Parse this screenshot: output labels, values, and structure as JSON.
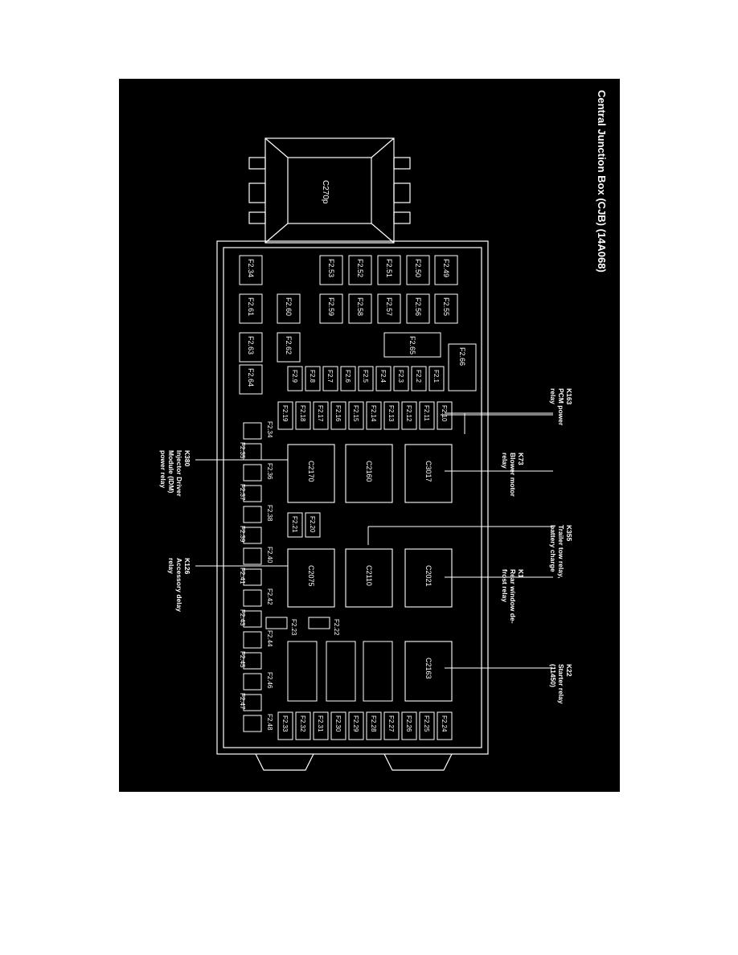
{
  "title": "Central Junction Box (CJB) (14A068)",
  "connector_top": "C270p",
  "small_fuses": [
    {
      "id": "f2_1",
      "label": "F2.1"
    },
    {
      "id": "f2_2",
      "label": "F2.2"
    },
    {
      "id": "f2_3",
      "label": "F2.3"
    },
    {
      "id": "f2_4",
      "label": "F2.4"
    },
    {
      "id": "f2_5",
      "label": "F2.5"
    },
    {
      "id": "f2_6",
      "label": "F2.6"
    },
    {
      "id": "f2_7",
      "label": "F2.7"
    },
    {
      "id": "f2_8",
      "label": "F2.8"
    },
    {
      "id": "f2_9",
      "label": "F2.9"
    },
    {
      "id": "f2_10",
      "label": "F2.10"
    },
    {
      "id": "f2_11",
      "label": "F2.11"
    },
    {
      "id": "f2_12",
      "label": "F2.12"
    },
    {
      "id": "f2_13",
      "label": "F2.13"
    },
    {
      "id": "f2_14",
      "label": "F2.14"
    },
    {
      "id": "f2_15",
      "label": "F2.15"
    },
    {
      "id": "f2_16",
      "label": "F2.16"
    },
    {
      "id": "f2_17",
      "label": "F2.17"
    },
    {
      "id": "f2_18",
      "label": "F2.18"
    },
    {
      "id": "f2_19",
      "label": "F2.19"
    },
    {
      "id": "f2_20",
      "label": "F2.20"
    },
    {
      "id": "f2_21",
      "label": "F2.21"
    },
    {
      "id": "f2_24",
      "label": "F2.24"
    },
    {
      "id": "f2_25",
      "label": "F2.25"
    },
    {
      "id": "f2_26",
      "label": "F2.26"
    },
    {
      "id": "f2_27",
      "label": "F2.27"
    },
    {
      "id": "f2_28",
      "label": "F2.28"
    },
    {
      "id": "f2_29",
      "label": "F2.29"
    },
    {
      "id": "f2_30",
      "label": "F2.30"
    },
    {
      "id": "f2_31",
      "label": "F2.31"
    },
    {
      "id": "f2_32",
      "label": "F2.32"
    },
    {
      "id": "f2_33",
      "label": "F2.33"
    }
  ],
  "large_fuses": [
    {
      "id": "f2_34",
      "label": "F2.34"
    },
    {
      "id": "f2_49",
      "label": "F2.49"
    },
    {
      "id": "f2_50",
      "label": "F2.50"
    },
    {
      "id": "f2_51",
      "label": "F2.51"
    },
    {
      "id": "f2_52",
      "label": "F2.52"
    },
    {
      "id": "f2_53",
      "label": "F2.53"
    },
    {
      "id": "f2_55",
      "label": "F2.55"
    },
    {
      "id": "f2_56",
      "label": "F2.56"
    },
    {
      "id": "f2_57",
      "label": "F2.57"
    },
    {
      "id": "f2_58",
      "label": "F2.58"
    },
    {
      "id": "f2_59",
      "label": "F2.59"
    },
    {
      "id": "f2_60",
      "label": "F2.60"
    },
    {
      "id": "f2_61",
      "label": "F2.61"
    },
    {
      "id": "f2_62",
      "label": "F2.62"
    },
    {
      "id": "f2_63",
      "label": "F2.63"
    },
    {
      "id": "f2_64",
      "label": "F2.64"
    },
    {
      "id": "f2_65",
      "label": "F2.65"
    },
    {
      "id": "f2_66",
      "label": "F2.66"
    }
  ],
  "side_fuses": [
    {
      "id": "f2_34s",
      "label": "F2.34"
    },
    {
      "id": "f2_35",
      "label": "F2.35"
    },
    {
      "id": "f2_36",
      "label": "F2.36"
    },
    {
      "id": "f2_37",
      "label": "F2.37"
    },
    {
      "id": "f2_38",
      "label": "F2.38"
    },
    {
      "id": "f2_39",
      "label": "F2.39"
    },
    {
      "id": "f2_40",
      "label": "F2.40"
    },
    {
      "id": "f2_41",
      "label": "F2.41"
    },
    {
      "id": "f2_42",
      "label": "F2.42"
    },
    {
      "id": "f2_43",
      "label": "F2.43"
    },
    {
      "id": "f2_44",
      "label": "F2.44"
    },
    {
      "id": "f2_45",
      "label": "F2.45"
    },
    {
      "id": "f2_46",
      "label": "F2.46"
    },
    {
      "id": "f2_47",
      "label": "F2.47"
    },
    {
      "id": "f2_48",
      "label": "F2.48"
    },
    {
      "id": "f2_22",
      "label": "F2.22"
    },
    {
      "id": "f2_23",
      "label": "F2.23"
    }
  ],
  "relays": [
    {
      "id": "c3017",
      "label": "C3017"
    },
    {
      "id": "c2160",
      "label": "C2160"
    },
    {
      "id": "c2170",
      "label": "C2170"
    },
    {
      "id": "c2021",
      "label": "C2021"
    },
    {
      "id": "c2110",
      "label": "C2110"
    },
    {
      "id": "c2075",
      "label": "C2075"
    },
    {
      "id": "c2163",
      "label": "C2163"
    }
  ],
  "callouts": [
    {
      "id": "k163",
      "code": "K163",
      "lines": [
        "PCM power",
        "relay"
      ]
    },
    {
      "id": "k73",
      "code": "K73",
      "lines": [
        "Blower motor",
        "relay"
      ]
    },
    {
      "id": "k355",
      "code": "K355",
      "lines": [
        "Trailer tow relay,",
        "battery charge"
      ]
    },
    {
      "id": "k1",
      "code": "K1",
      "lines": [
        "Rear window de-",
        "frost relay"
      ]
    },
    {
      "id": "k22",
      "code": "K22",
      "lines": [
        "Starter relay",
        "(11450)"
      ]
    },
    {
      "id": "k380",
      "code": "K380",
      "lines": [
        "Injector Driver",
        "Module (IDM)",
        "power relay"
      ]
    },
    {
      "id": "k126",
      "code": "K126",
      "lines": [
        "Accessory delay",
        "relay"
      ]
    }
  ]
}
